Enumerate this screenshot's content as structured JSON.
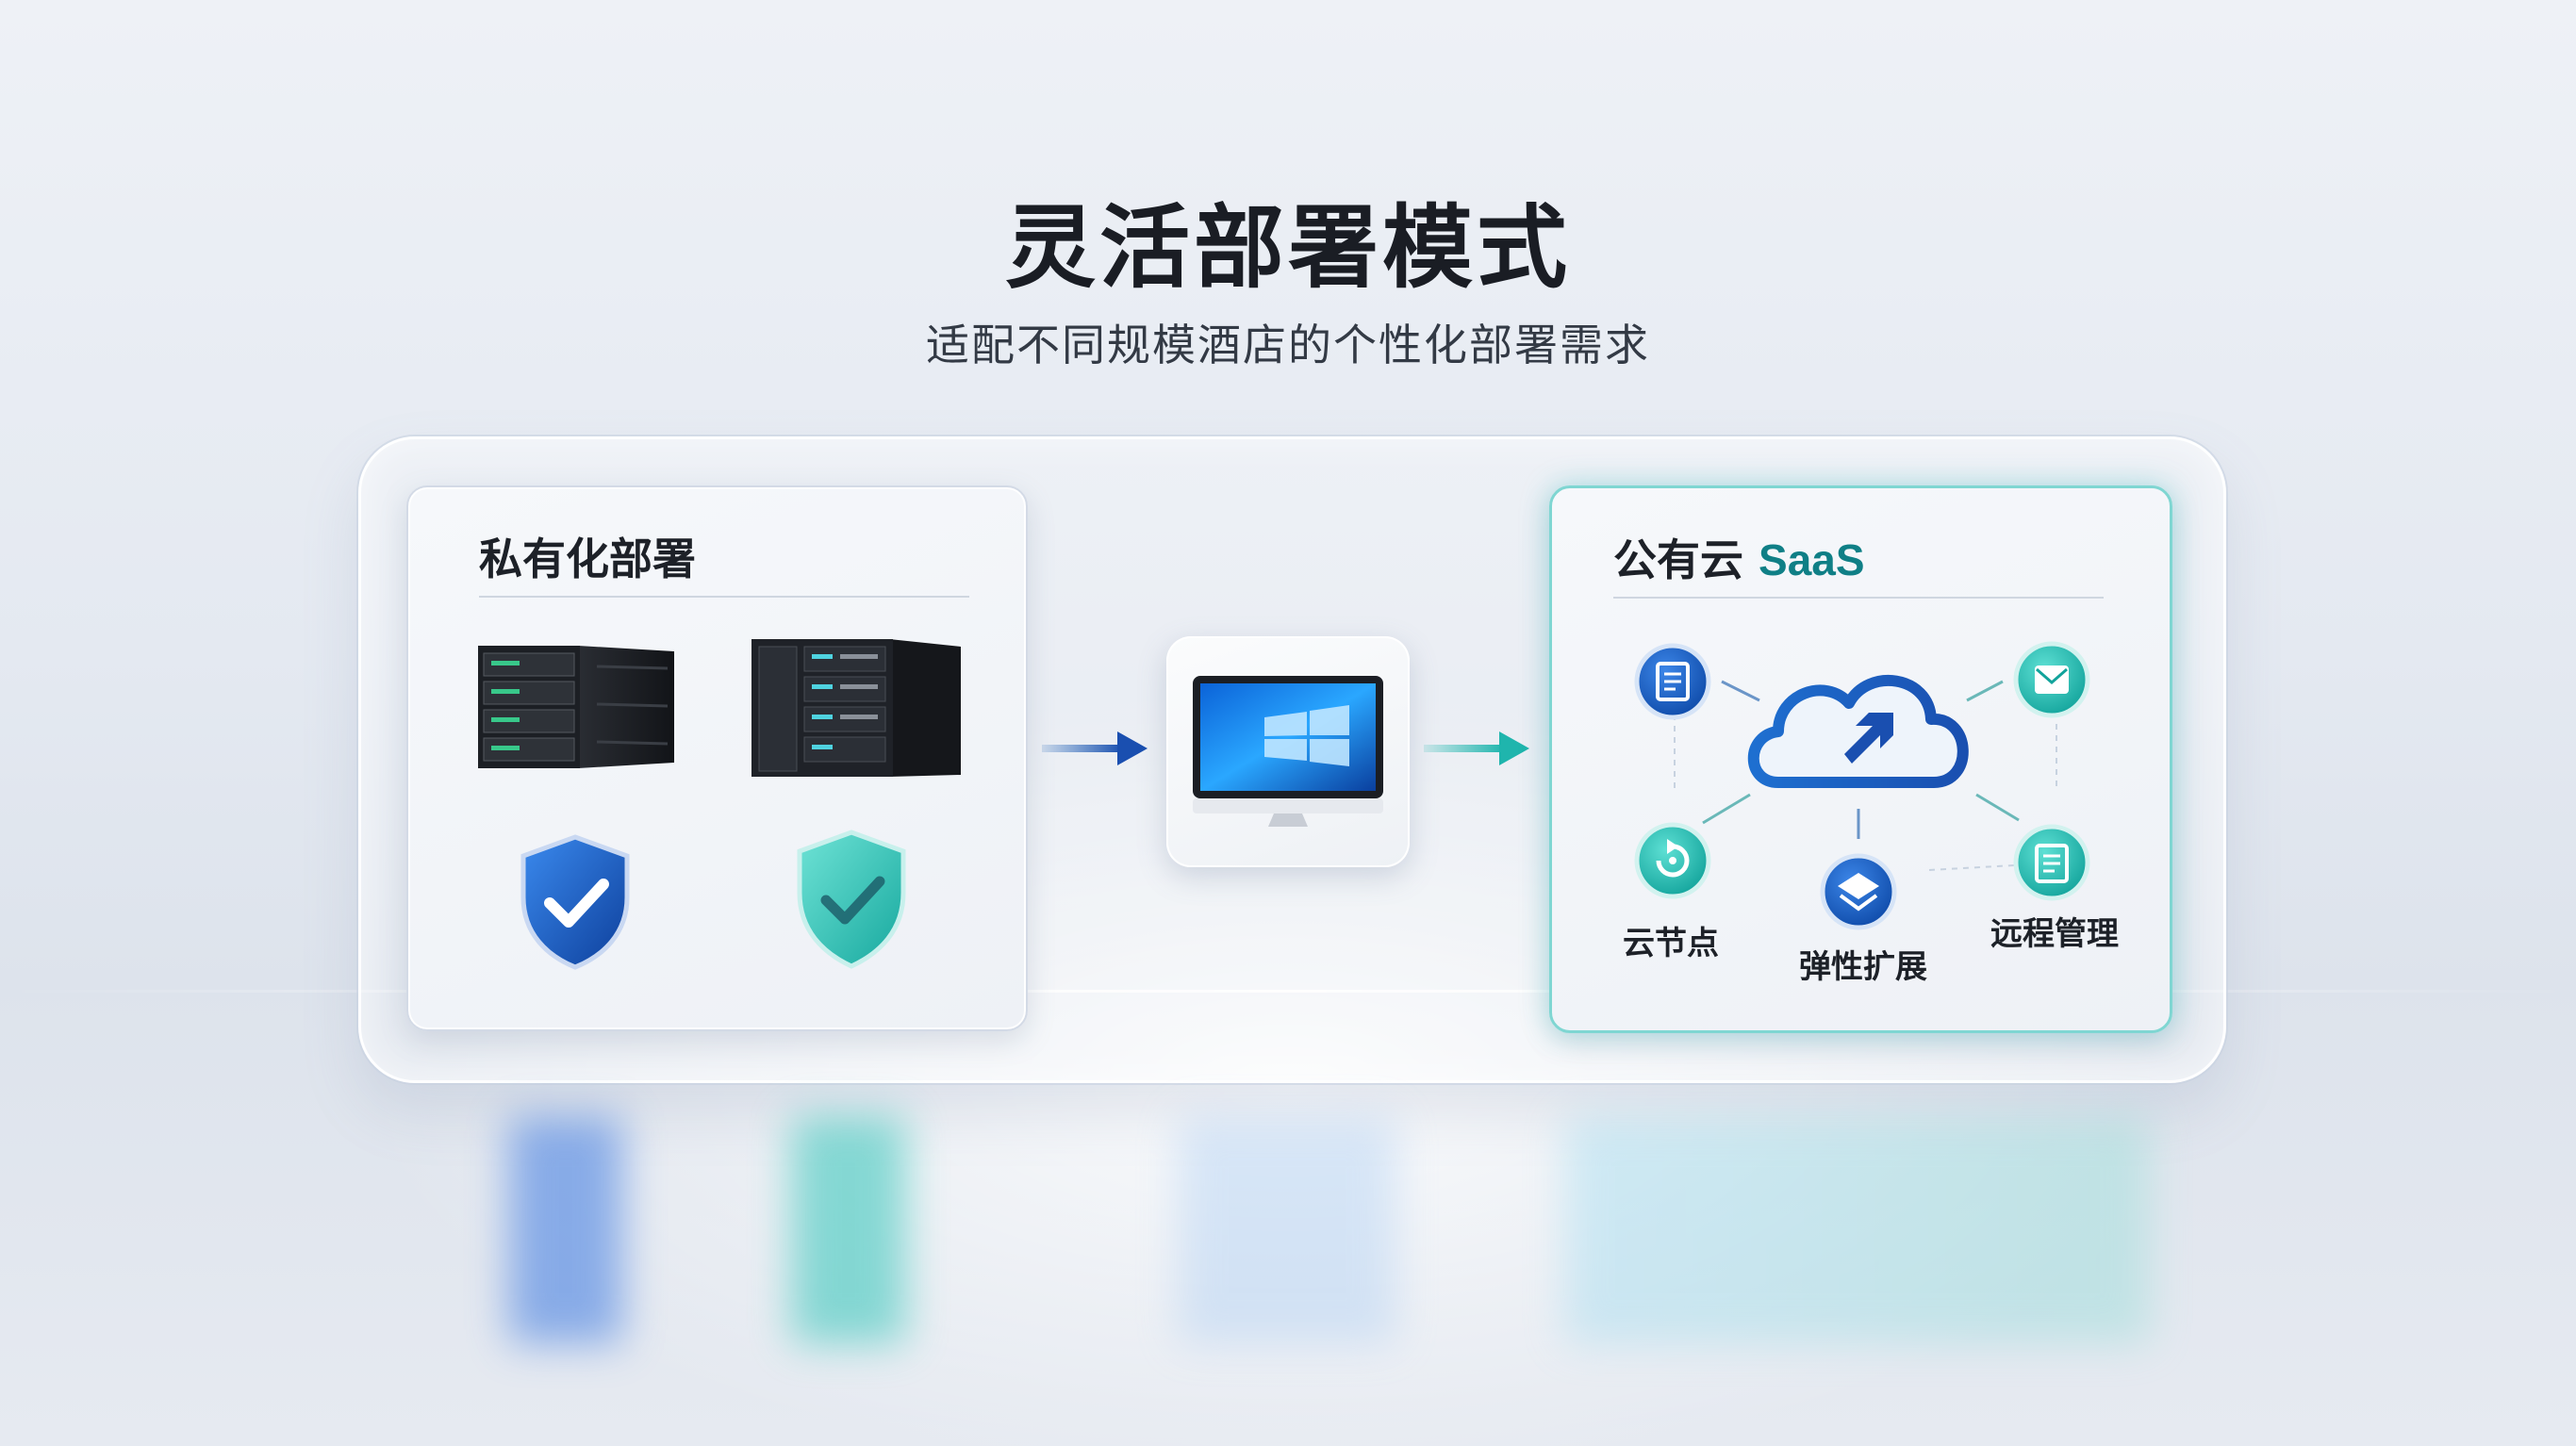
{
  "title": "灵活部署模式",
  "subtitle": "适配不同规模酒店的个性化部署需求",
  "private_card": {
    "title": "私有化部署",
    "icons": [
      "server-rack-icon",
      "server-tower-icon",
      "shield-check-icon-blue",
      "shield-check-icon-teal"
    ]
  },
  "center": {
    "icon": "desktop-monitor-icon"
  },
  "saas_card": {
    "title_cn": "公有云",
    "title_en": "SaaS",
    "center_icon": "cloud-icon",
    "nodes": [
      {
        "label": "",
        "icon": "document-icon",
        "color": "#1a5fb4"
      },
      {
        "label": "",
        "icon": "mail-icon",
        "color": "#1aa8a4"
      },
      {
        "label": "云节点",
        "icon": "refresh-icon",
        "color": "#1aa8a4"
      },
      {
        "label": "弹性扩展",
        "icon": "layers-icon",
        "color": "#1a5fb4"
      },
      {
        "label": "远程管理",
        "icon": "report-icon",
        "color": "#1aa8a4"
      }
    ]
  },
  "colors": {
    "blue": "#1a5fb4",
    "teal": "#1fb5ad",
    "text": "#1a1d24"
  }
}
